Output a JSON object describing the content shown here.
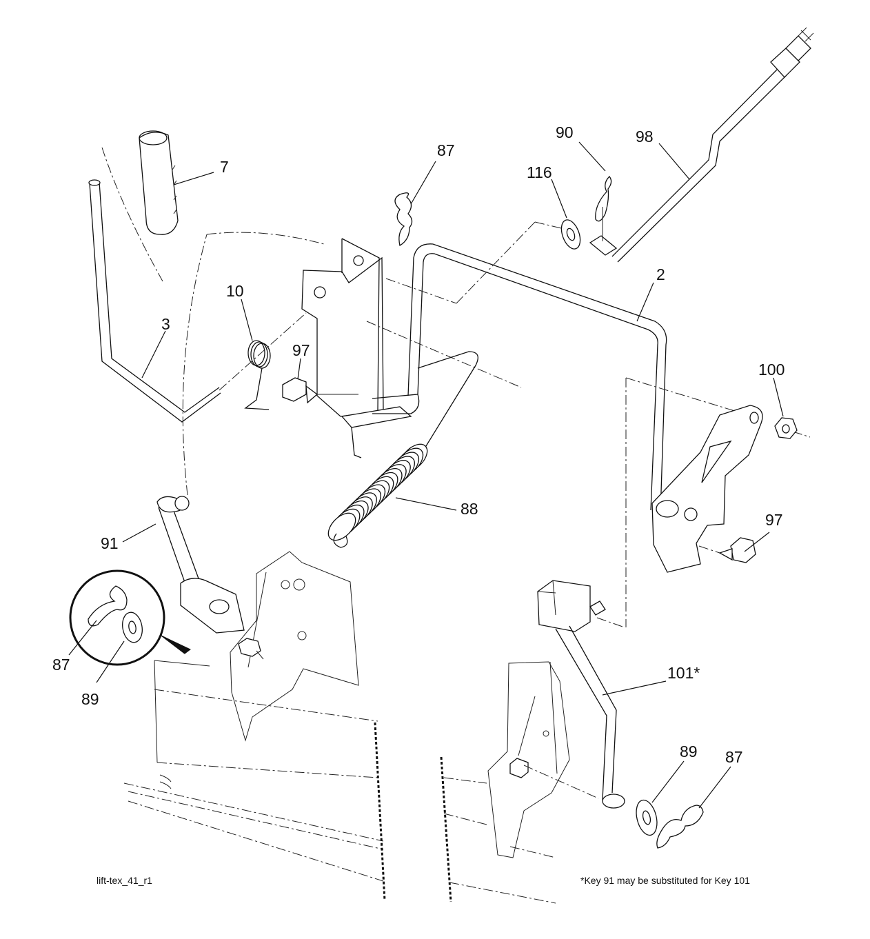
{
  "diagram": {
    "footer_left": "lift-tex_41_r1",
    "footer_right": "*Key 91 may be substituted for Key 101",
    "callouts": [
      {
        "id": "7",
        "text": "7"
      },
      {
        "id": "87a",
        "text": "87"
      },
      {
        "id": "90",
        "text": "90"
      },
      {
        "id": "98",
        "text": "98"
      },
      {
        "id": "116",
        "text": "116"
      },
      {
        "id": "2",
        "text": "2"
      },
      {
        "id": "10",
        "text": "10"
      },
      {
        "id": "3",
        "text": "3"
      },
      {
        "id": "97a",
        "text": "97"
      },
      {
        "id": "100",
        "text": "100"
      },
      {
        "id": "88",
        "text": "88"
      },
      {
        "id": "97b",
        "text": "97"
      },
      {
        "id": "91",
        "text": "91"
      },
      {
        "id": "87b",
        "text": "87"
      },
      {
        "id": "89a",
        "text": "89"
      },
      {
        "id": "101",
        "text": "101*"
      },
      {
        "id": "89b",
        "text": "89"
      },
      {
        "id": "87c",
        "text": "87"
      }
    ]
  }
}
